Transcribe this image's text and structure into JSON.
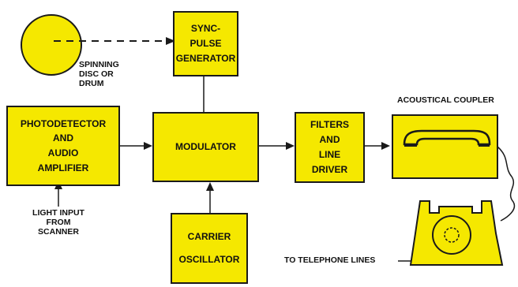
{
  "colors": {
    "block_fill": "#f5e800",
    "line": "#1a1a1a"
  },
  "blocks": {
    "sync_pulse": [
      "SYNC-",
      "PULSE",
      "GENERATOR"
    ],
    "photodetector": [
      "PHOTODETECTOR",
      "AND",
      "AUDIO",
      "AMPLIFIER"
    ],
    "modulator": [
      "MODULATOR"
    ],
    "filters": [
      "FILTERS",
      "AND",
      "LINE",
      "DRIVER"
    ],
    "carrier": [
      "CARRIER",
      "OSCILLATOR"
    ]
  },
  "labels": {
    "spinning": [
      "SPINNING",
      "DISC OR",
      "DRUM"
    ],
    "light_input": [
      "LIGHT INPUT",
      "FROM",
      "SCANNER"
    ],
    "acoustical_coupler": "ACOUSTICAL COUPLER",
    "telephone_lines": "TO TELEPHONE LINES"
  }
}
